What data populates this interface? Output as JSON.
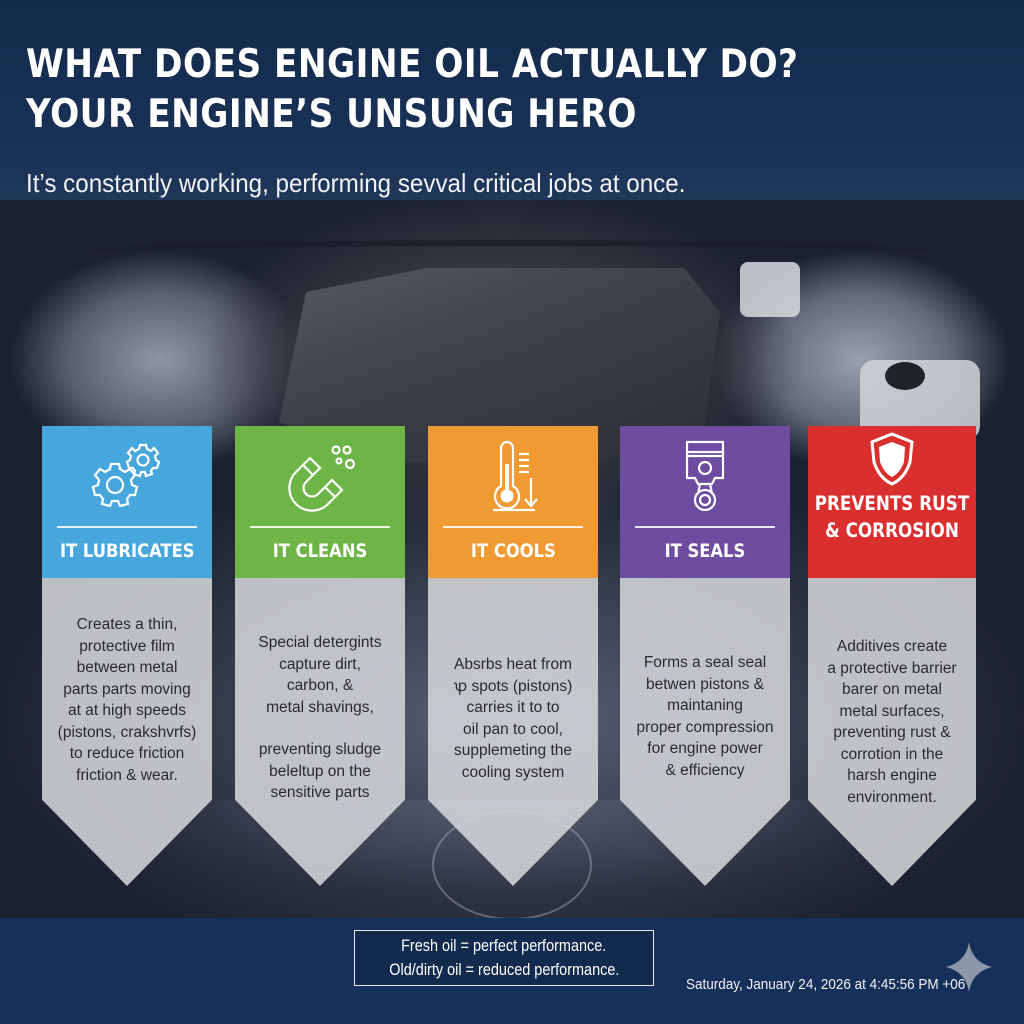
{
  "header": {
    "title_line1": "WHAT DOES ENGINE OIL ACTUALLY DO?",
    "title_line2": "YOUR ENGINE’S UNSUNG HERO",
    "subtitle": "It’s constantly working, performing sevval critical jobs at once."
  },
  "colors": {
    "background": "#13284a",
    "lubricates": "#47a7dc",
    "cleans": "#6cb546",
    "cools": "#ef9a32",
    "seals": "#6e4ca0",
    "prevents": "#d9302f",
    "card_body": "#d6d8dc"
  },
  "cards": [
    {
      "icon": "gears-icon",
      "title": "IT LUBRICATES",
      "lines": [
        "Creates a thin,",
        "protective film",
        "between metal",
        "parts parts moving",
        "at at high speeds",
        "(pistons, crakshvrfs)",
        "to reduce friction",
        "friction & wear."
      ]
    },
    {
      "icon": "magnet-icon",
      "title": "IT CLEANS",
      "lines": [
        "Special detergints",
        "capture dirt,",
        "carbon, &",
        "metal shavings,",
        "",
        "preventing sludge",
        "beleltup on the",
        "sensitive parts"
      ]
    },
    {
      "icon": "thermometer-icon",
      "title": "IT COOLS",
      "lines": [
        "Absrbs heat from",
        "ꝕ spots (pistons)",
        "carries it to to",
        "oil pan to cool,",
        "supplemeting the",
        "cooling system"
      ]
    },
    {
      "icon": "piston-icon",
      "title": "IT SEALS",
      "lines": [
        "Forms a seal seal",
        "betwen pistons &",
        "maintaning",
        "proper compression",
        "for engine power",
        "& efficiency"
      ]
    },
    {
      "icon": "shield-icon",
      "title": "PREVENTS RUST & CORROSION",
      "lines": [
        "Additives create",
        "a protective barrier",
        "barer on metal",
        "metal surfaces,",
        "preventing rust &",
        "corrotion in the",
        "harsh engine",
        "environment."
      ]
    }
  ],
  "footer": {
    "callout_line1": "Fresh oil = perfect performance.",
    "callout_line2": "Old/dirty oil = reduced performance.",
    "timestamp": "Saturday, January 24, 2026 at 4:45:56 PM +06"
  }
}
